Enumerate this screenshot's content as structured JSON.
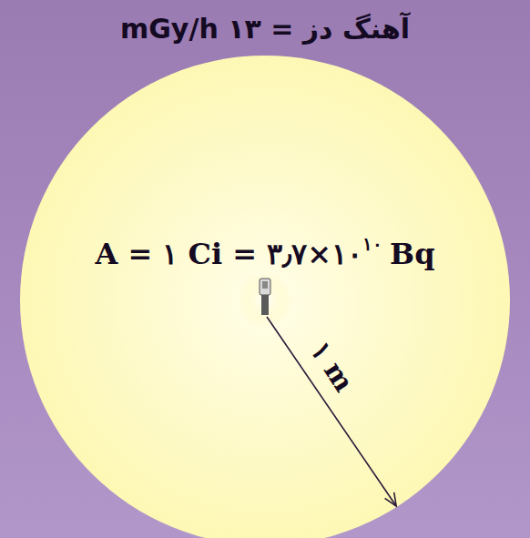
{
  "diagram": {
    "nodes": [
      {
        "text": [
          "A = ۱ Ci = ۳٫۷×۱۰",
          "۱۰",
          "Bq",
          "۱ m"
        ]
      }
    ],
    "labels": [
      "آهنگ دز = ۱۳ mGy/h"
    ]
  }
}
